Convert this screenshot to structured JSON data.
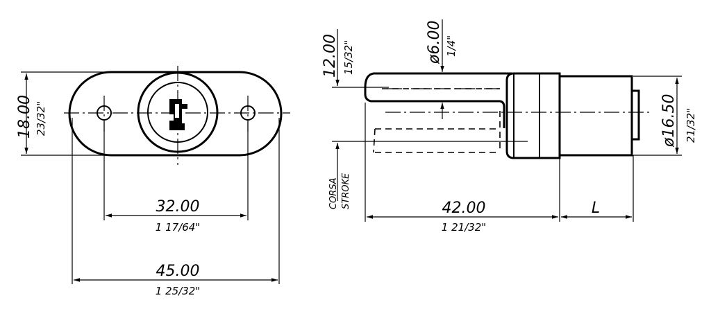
{
  "front_view": {
    "dim_height_mm": "18.00",
    "dim_height_in": "23/32\"",
    "dim_hole_spacing_mm": "32.00",
    "dim_hole_spacing_in": "1 17/64\"",
    "dim_width_mm": "45.00",
    "dim_width_in": "1 25/32\""
  },
  "side_view": {
    "dim_offset_mm": "12.00",
    "dim_offset_in": "15/32\"",
    "dim_bolt_dia_mm": "ø6.00",
    "dim_bolt_dia_in": "1/4\"",
    "dim_body_dia_mm": "ø16.50",
    "dim_body_dia_in": "21/32\"",
    "stroke_label_it": "CORSA",
    "stroke_label_en": "STROKE",
    "dim_length_mm": "42.00",
    "dim_length_in": "1 21/32\"",
    "dim_variable": "L"
  }
}
